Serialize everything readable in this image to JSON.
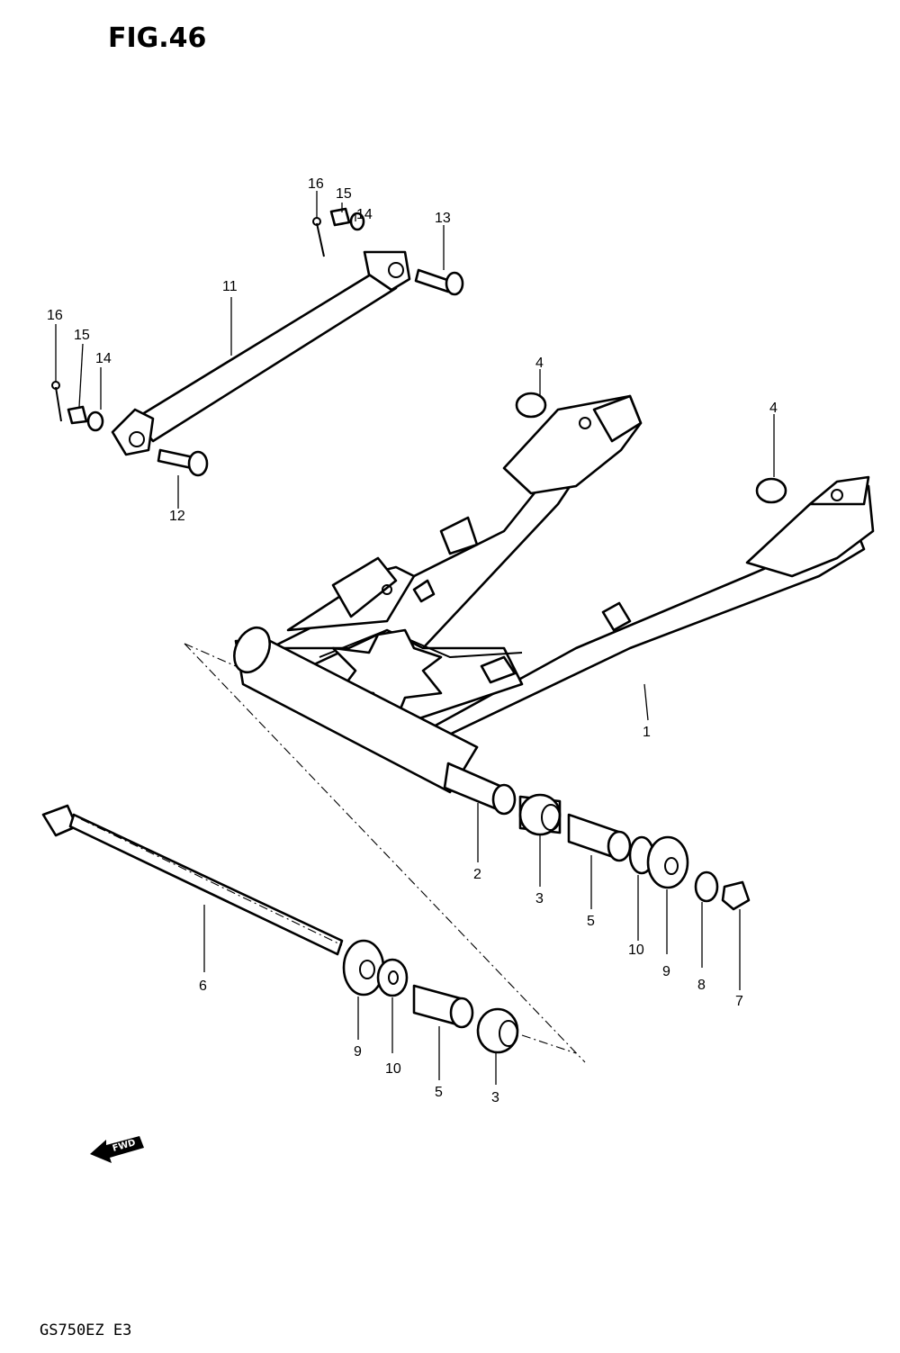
{
  "figure": {
    "title": "FIG.46",
    "model_code": "GS750EZ  E3"
  },
  "callouts": {
    "c1": "1",
    "c2": "2",
    "c3a": "3",
    "c3b": "3",
    "c4a": "4",
    "c4b": "4",
    "c5a": "5",
    "c5b": "5",
    "c6": "6",
    "c7": "7",
    "c8": "8",
    "c9a": "9",
    "c9b": "9",
    "c10a": "10",
    "c10b": "10",
    "c11": "11",
    "c12": "12",
    "c13": "13",
    "c14a": "14",
    "c14b": "14",
    "c15a": "15",
    "c15b": "15",
    "c16a": "16",
    "c16b": "16"
  },
  "forward_arrow": {
    "label": "FWD"
  }
}
